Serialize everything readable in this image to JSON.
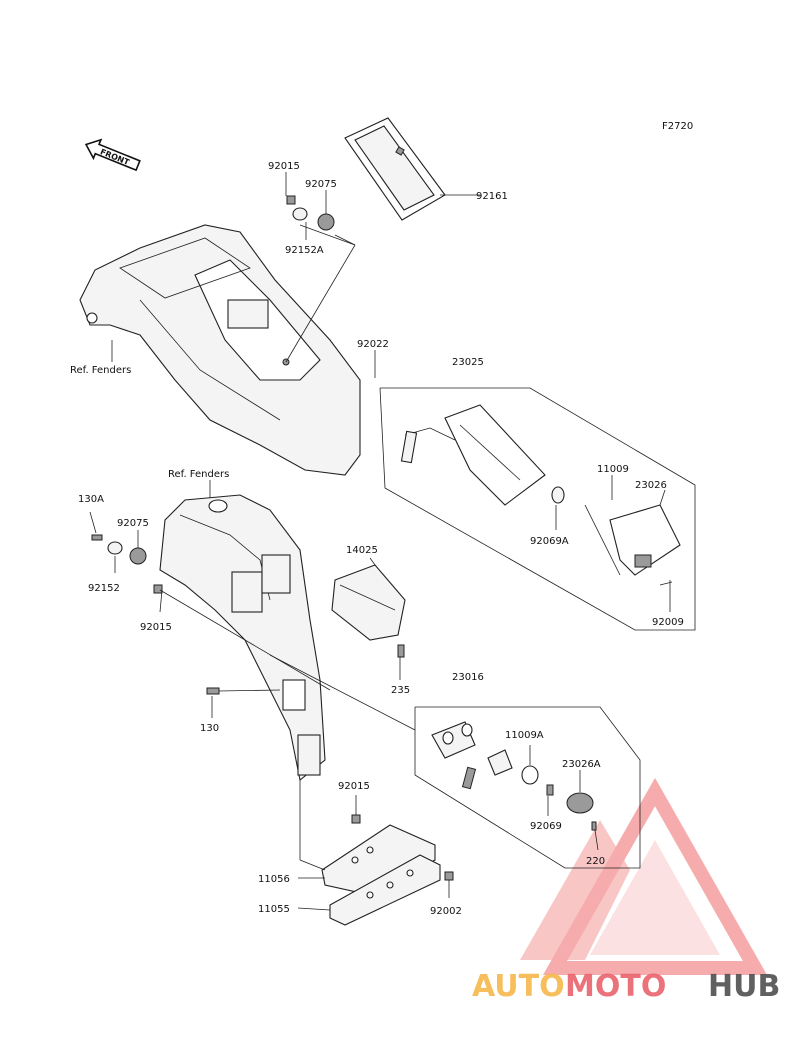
{
  "figure_code": "F2720",
  "front_arrow": "FRONT",
  "refs": {
    "fenders_top": "Ref. Fenders",
    "fenders_mid": "Ref. Fenders"
  },
  "parts": {
    "p92015a": "92015",
    "p92075a": "92075",
    "p92152A": "92152A",
    "p92161": "92161",
    "p92022": "92022",
    "p23025": "23025",
    "p11009": "11009",
    "p23026": "23026",
    "p92069A": "92069A",
    "p92009": "92009",
    "p130A": "130A",
    "p92075b": "92075",
    "p92152": "92152",
    "p92015b": "92015",
    "p14025": "14025",
    "p235": "235",
    "p130": "130",
    "p23016": "23016",
    "p11009A": "11009A",
    "p23026A": "23026A",
    "p92069": "92069",
    "p220": "220",
    "p92015c": "92015",
    "p11056": "11056",
    "p11055": "11055",
    "p92002": "92002"
  },
  "watermark": {
    "auto": "AUTO",
    "moto": "MOTO",
    "hub": "HUB",
    "colors": {
      "auto": "#f6b84c",
      "moto": "#e9636c",
      "hub": "#4f4f4f",
      "triangle": "#ef6a6a"
    }
  }
}
